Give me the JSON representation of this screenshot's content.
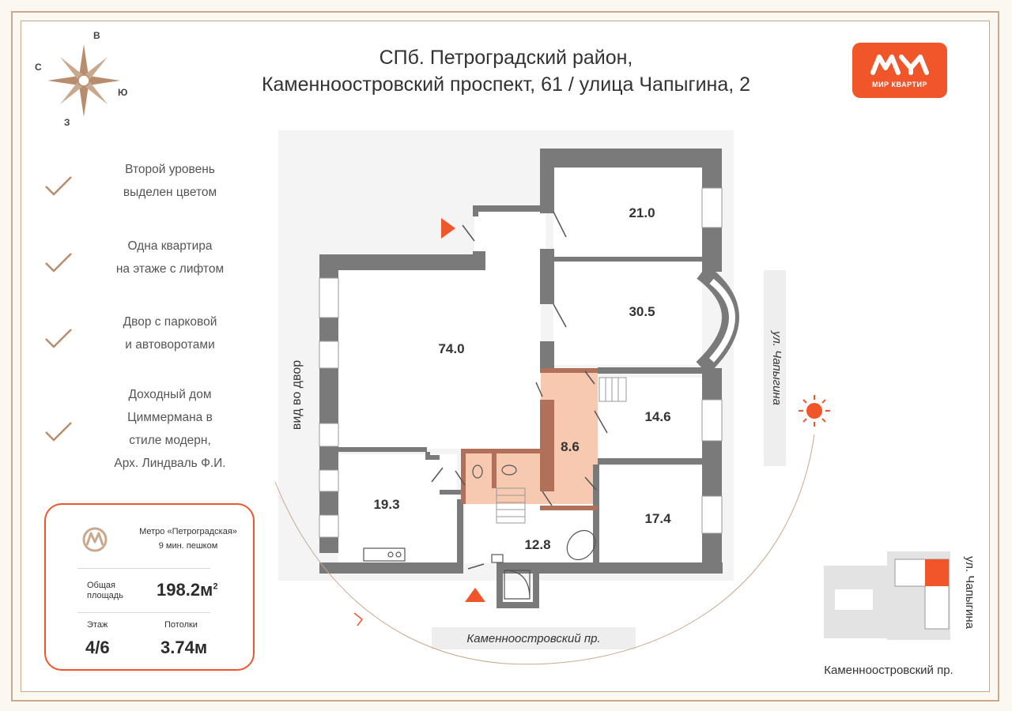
{
  "title": {
    "line1": "СПб. Петроградский район,",
    "line2": "Каменноостровский проспект, 61 / улица Чапыгина, 2"
  },
  "logo": {
    "text": "МИР КВАРТИР",
    "color": "#f0562a"
  },
  "compass": {
    "north": "В",
    "west": "С",
    "east": "Ю",
    "south": "З"
  },
  "features": [
    {
      "lines": [
        "Второй уровень",
        "выделен цветом"
      ]
    },
    {
      "lines": [
        "Одна квартира",
        "на этаже с лифтом"
      ]
    },
    {
      "lines": [
        "Двор с парковой",
        "и автоворотами"
      ]
    },
    {
      "lines": [
        "Доходный дом",
        "Циммермана в",
        "стиле модерн,",
        "Арх. Линдваль Ф.И."
      ]
    }
  ],
  "info": {
    "metro_name": "Метро «Петроградская»",
    "metro_time": "9 мин. пешком",
    "area_label": "Общая площадь",
    "area_value": "198.2м",
    "area_sup": "2",
    "floor_label": "Этаж",
    "floor_value": "4/6",
    "ceiling_label": "Потолки",
    "ceiling_value": "3.74м"
  },
  "rooms": [
    "74.0",
    "21.0",
    "30.5",
    "14.6",
    "8.6",
    "19.3",
    "12.8",
    "17.4"
  ],
  "streets": {
    "bottom": "Каменноостровский пр.",
    "right": "ул. Чапыгина",
    "yard": "вид во двор",
    "mini_right": "ул. Чапыгина",
    "mini_bottom": "Каменноостровский пр."
  },
  "colors": {
    "wall": "#7a7a7a",
    "accent": "#f0562a",
    "second_level": "#f6c9b0",
    "frame": "#c9a98d"
  }
}
